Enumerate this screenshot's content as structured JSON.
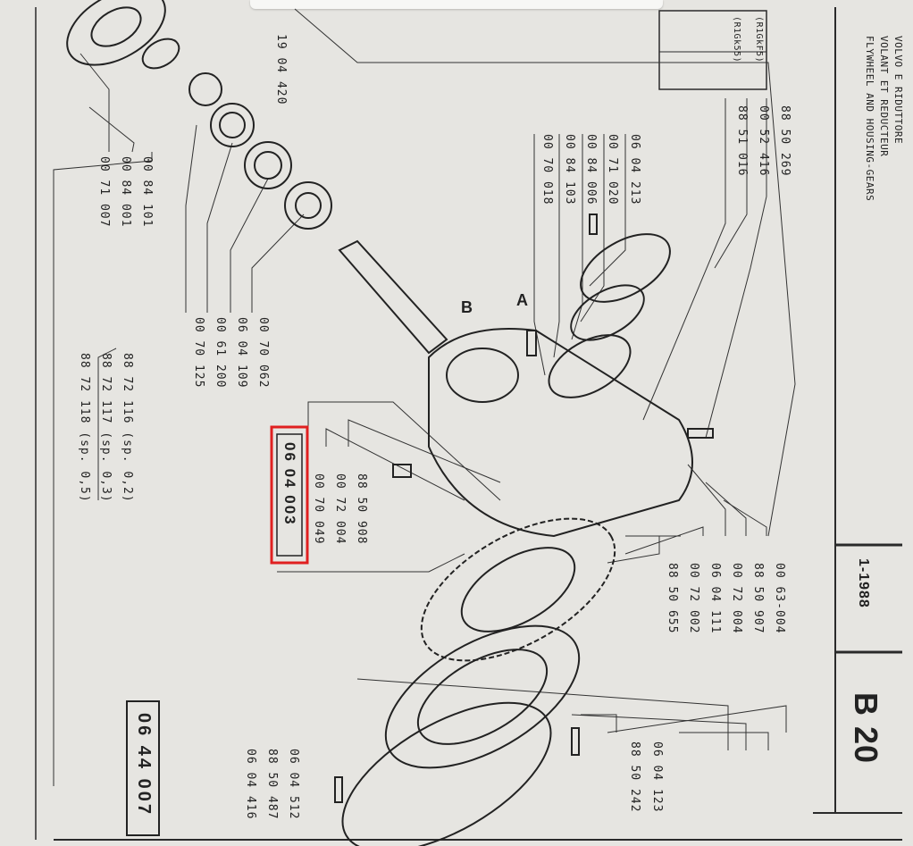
{
  "header": {
    "title_line1": "VOLVO E RIDUTTORE",
    "title_line2": "VOLANT ET REDUCTEUR",
    "title_line3": "FLYWHEEL AND HOUSING-GEARS",
    "models": [
      "(R1GkF5)",
      "(R1Gk55)"
    ],
    "date": "1-1988",
    "section": "B 20"
  },
  "highlighted_part": "06 04 003",
  "page_ref": "06 44 007",
  "callouts": {
    "a": "A",
    "b": "B"
  },
  "parts": {
    "p_19_04_420": "19 04 420",
    "p_88_50_269": "88 50 269",
    "p_00_52_416": "00 52 416",
    "p_88_51_016": "88 51 016",
    "p_06_04_213": "06 04 213",
    "p_00_71_020": "00 71 020",
    "p_00_84_006": "00 84 006",
    "p_00_84_103": "00 84 103",
    "p_00_70_018": "00 70 018",
    "p_00_84_101": "00 84 101",
    "p_00_84_001": "00 84 001",
    "p_00_71_007": "00 71 007",
    "p_00_70_062": "00 70 062",
    "p_06_04_109": "06 04 109",
    "p_00_61_200": "00 61 200",
    "p_00_70_125": "00 70 125",
    "p_88_72_116": "88 72 116 (sp. 0,2)",
    "p_88_72_117": "88 72 117 (sp. 0,3)",
    "p_88_72_118": "88 72 118 (sp. 0,5)",
    "p_88_50_908": "88 50 908",
    "p_00_72_004": "00 72 004",
    "p_00_70_049": "00 70 049",
    "p_00_63_004": "00 63-004",
    "p_88_50_907": "88 50 907",
    "p_00_72_004b": "00 72 004",
    "p_06_04_111": "06 04 111",
    "p_00_72_002": "00 72 002",
    "p_88_50_655": "88 50 655",
    "p_06_04_123": "06 04 123",
    "p_88_50_242": "88 50 242",
    "p_06_04_512": "06 04 512",
    "p_88_50_487": "88 50 487",
    "p_06_04_416": "06 04 416"
  },
  "colors": {
    "paper": "#e6e5e1",
    "ink": "#222222",
    "highlight": "#e02020"
  }
}
